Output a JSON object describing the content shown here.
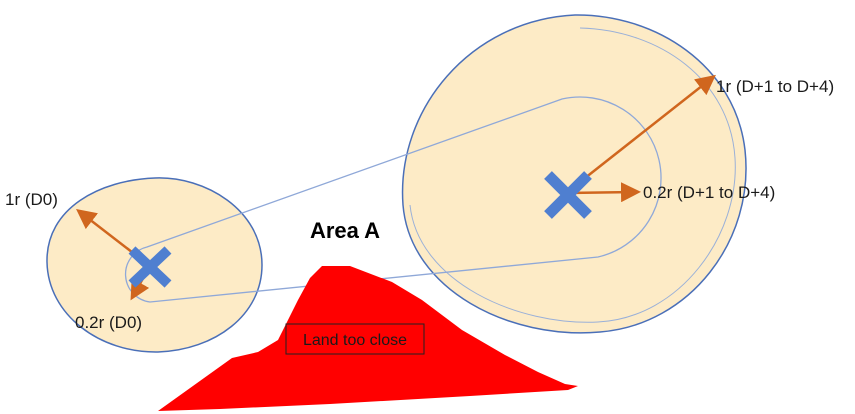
{
  "colors": {
    "circle_fill": "#fdebc6",
    "circle_stroke": "#4a6fb8",
    "inner_stroke": "#8fa8d8",
    "center_mark": "#4f7fd0",
    "arrow": "#d0661e",
    "land": "#ff0000"
  },
  "icons": {
    "center_left": "x-mark-icon",
    "center_right": "x-mark-icon"
  },
  "labels": {
    "left_radius": "1r (D0)",
    "left_inner_radius": "0.2r (D0)",
    "right_radius": "1r (D+1 to D+4)",
    "right_inner_radius": "0.2r (D+1 to D+4)",
    "area": "Area A",
    "land": "Land too close"
  }
}
